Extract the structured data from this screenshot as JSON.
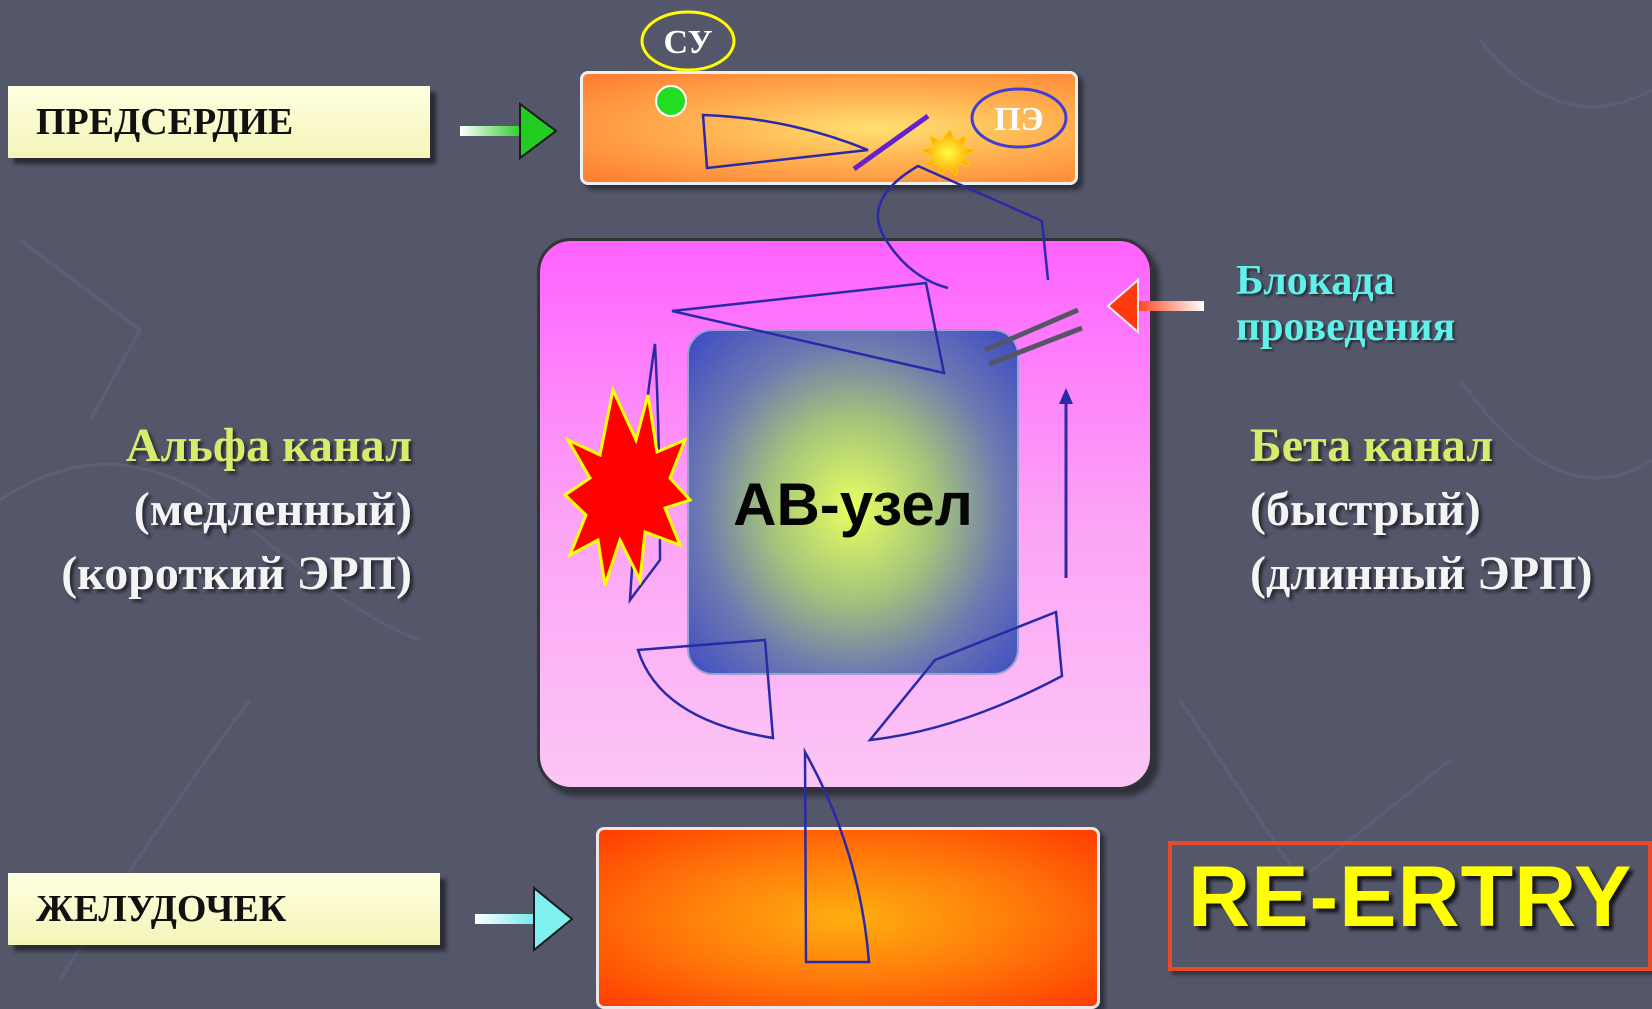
{
  "labels": {
    "atrium": "ПРЕДСЕРДИЕ",
    "ventricle": "ЖЕЛУДОЧЕК",
    "sinus_node": "СУ",
    "ectopic_focus": "ПЭ",
    "av_node": "АВ-узел",
    "reentry": "RE-ERTRY"
  },
  "alpha": {
    "title": "Альфа канал",
    "line1": "(медленный)",
    "line2": "(короткий ЭРП)"
  },
  "beta": {
    "title": "Бета канал",
    "line1": "(быстрый)",
    "line2": "(длинный ЭРП)"
  },
  "block": {
    "line1": "Блокада",
    "line2": "проведения"
  },
  "colors": {
    "background": "#54566a",
    "label_box": "#f6f6c2",
    "atrium": "#ff9a40",
    "av_outer": "#fc9ef6",
    "av_inner_center": "#e8ff60",
    "av_inner_edge": "#3a48c6",
    "ventricle": "#ff6a08",
    "alpha_title": "#d8ec6c",
    "block_text": "#5ff2ea",
    "reentry_text": "#ffff00",
    "reentry_border": "#e84a2a",
    "conduction_path": "#2a2aa8",
    "arrow_green": "#22cc22",
    "arrow_cyan": "#7ff0f0",
    "arrow_red": "#ff3a10"
  }
}
